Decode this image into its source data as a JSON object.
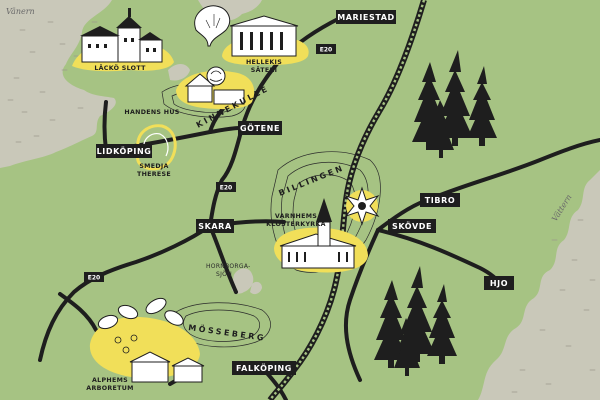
{
  "map": {
    "lakes": {
      "vanern": "Vänern",
      "vattern": "Vättern",
      "hornborgasjon": [
        "HORNBORGA-",
        "SJÖN"
      ]
    },
    "ridges": {
      "kinnekulle": "KINNEKULLE",
      "billingen": "BILLINGEN",
      "mosseberg": "MÖSSEBERG"
    },
    "towns": {
      "mariestad": "MARIESTAD",
      "gotene": "GÖTENE",
      "lidkoping": "LIDKÖPING",
      "skara": "SKARA",
      "skovde": "SKÖVDE",
      "tibro": "TIBRO",
      "hjo": "HJO",
      "falkoping": "FALKÖPING"
    },
    "roads": {
      "e20_north": "E20",
      "e20_mid": "E20",
      "e20_south": "E20"
    },
    "pois": {
      "lacko_slott": "LÄCKÖ SLOTT",
      "hellekis_sateri": [
        "HELLEKIS",
        "SÄTERI"
      ],
      "handens_hus": "HANDENS HUS",
      "smedja_therese": [
        "SMEDJA",
        "THERESE"
      ],
      "varnhems_klosterkyrka": [
        "VARNHEMS",
        "KLOSTERKYRKA"
      ],
      "alphems_arboretum": [
        "ALPHEMS",
        "ARBORETUM"
      ]
    },
    "colors": {
      "land": "#a6c383",
      "water": "#c9c8b9",
      "ink": "#1e1e1e",
      "highlight": "#f1df59"
    }
  }
}
